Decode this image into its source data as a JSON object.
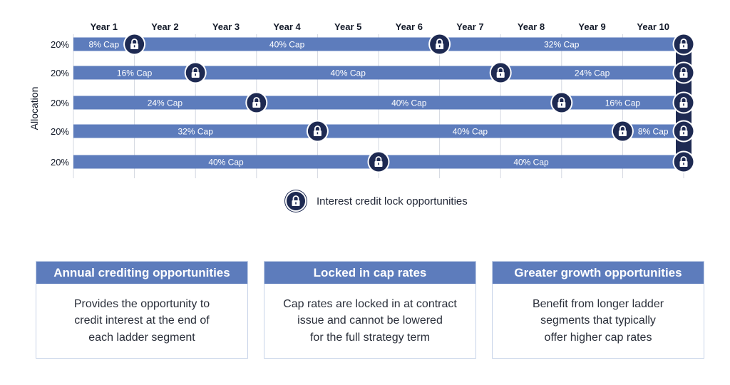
{
  "ladder": {
    "y_axis_label": "Allocation",
    "years": [
      "Year 1",
      "Year 2",
      "Year 3",
      "Year 4",
      "Year 5",
      "Year 6",
      "Year 7",
      "Year 8",
      "Year 9",
      "Year 10"
    ],
    "rows": [
      {
        "allocation": "20%",
        "segments": [
          {
            "start_year": 0,
            "end_year": 1,
            "label": "8% Cap"
          },
          {
            "start_year": 1,
            "end_year": 6,
            "label": "40% Cap"
          },
          {
            "start_year": 6,
            "end_year": 10,
            "label": "32% Cap"
          }
        ]
      },
      {
        "allocation": "20%",
        "segments": [
          {
            "start_year": 0,
            "end_year": 2,
            "label": "16% Cap"
          },
          {
            "start_year": 2,
            "end_year": 7,
            "label": "40% Cap"
          },
          {
            "start_year": 7,
            "end_year": 10,
            "label": "24% Cap"
          }
        ]
      },
      {
        "allocation": "20%",
        "segments": [
          {
            "start_year": 0,
            "end_year": 3,
            "label": "24% Cap"
          },
          {
            "start_year": 3,
            "end_year": 8,
            "label": "40% Cap"
          },
          {
            "start_year": 8,
            "end_year": 10,
            "label": "16% Cap"
          }
        ]
      },
      {
        "allocation": "20%",
        "segments": [
          {
            "start_year": 0,
            "end_year": 4,
            "label": "32% Cap"
          },
          {
            "start_year": 4,
            "end_year": 9,
            "label": "40% Cap"
          },
          {
            "start_year": 9,
            "end_year": 10,
            "label": "8% Cap"
          }
        ]
      },
      {
        "allocation": "20%",
        "segments": [
          {
            "start_year": 0,
            "end_year": 5,
            "label": "40% Cap"
          },
          {
            "start_year": 5,
            "end_year": 10,
            "label": "40% Cap"
          }
        ]
      }
    ],
    "colors": {
      "bar": "#5d7cbc",
      "lock": "#1e2a52",
      "label": "#ffffff",
      "text": "#1f2b4f",
      "grid": "#d3d7e0"
    }
  },
  "legend": {
    "icon": "lock-icon",
    "text": "Interest credit lock opportunities"
  },
  "cards": [
    {
      "title": "Annual crediting opportunities",
      "lines": [
        "Provides the opportunity to",
        "credit interest at the end of",
        "each ladder segment"
      ]
    },
    {
      "title": "Locked in cap rates",
      "lines": [
        "Cap rates are locked in at contract",
        "issue and cannot be lowered",
        "for the full strategy term"
      ]
    },
    {
      "title": "Greater growth opportunities",
      "lines": [
        "Benefit from longer ladder",
        "segments that typically",
        "offer higher cap rates"
      ]
    }
  ]
}
